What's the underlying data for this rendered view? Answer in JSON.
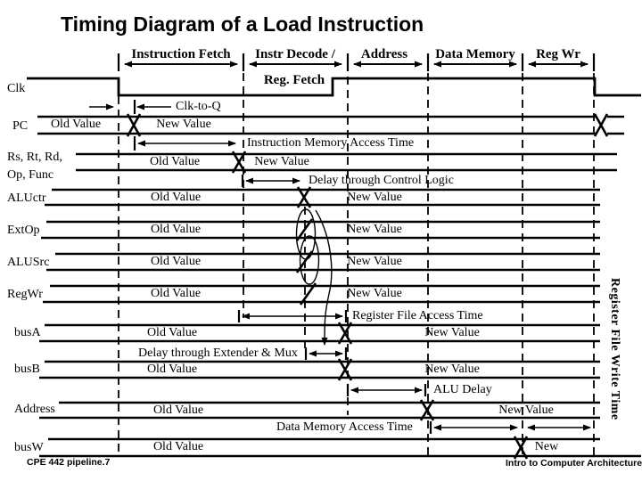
{
  "title": "Timing Diagram of a Load Instruction",
  "stages": [
    {
      "label": "Instruction Fetch"
    },
    {
      "label": "Instr Decode /",
      "sublabel": "Reg. Fetch"
    },
    {
      "label": "Address"
    },
    {
      "label": "Data Memory"
    },
    {
      "label": "Reg Wr"
    }
  ],
  "signals": [
    {
      "label": "Clk"
    },
    {
      "label": "PC",
      "old": "Old Value",
      "new": "New Value"
    },
    {
      "label": "Rs, Rt, Rd,",
      "label2": "Op, Func",
      "old": "Old Value",
      "new": "New Value"
    },
    {
      "label": "ALUctr",
      "old": "Old Value",
      "new": "New Value"
    },
    {
      "label": "ExtOp",
      "old": "Old Value",
      "new": "New Value"
    },
    {
      "label": "ALUSrc",
      "old": "Old Value",
      "new": "New Value"
    },
    {
      "label": "RegWr",
      "old": "Old Value",
      "new": "New Value"
    },
    {
      "label": "busA",
      "old": "Old Value",
      "new": "New Value"
    },
    {
      "label": "busB",
      "old": "Old Value",
      "new": "New Value"
    },
    {
      "label": "Address",
      "old": "Old Value",
      "new": "New Value"
    },
    {
      "label": "busW",
      "old": "Old Value",
      "new": "New"
    }
  ],
  "annotations": {
    "clk_to_q": "Clk-to-Q",
    "instr_mem_access": "Instruction Memory Access Time",
    "control_logic": "Delay through Control Logic",
    "reg_file_access": "Register File Access Time",
    "extender_mux": "Delay through Extender & Mux",
    "alu_delay": "ALU Delay",
    "data_mem_access": "Data Memory Access Time",
    "reg_file_write": "Register File Write Time"
  },
  "footer": {
    "left": "CPE 442 pipeline.7",
    "right": "Intro to Computer Architecture"
  },
  "colors": {
    "ink": "#000000",
    "background": "#ffffff"
  }
}
